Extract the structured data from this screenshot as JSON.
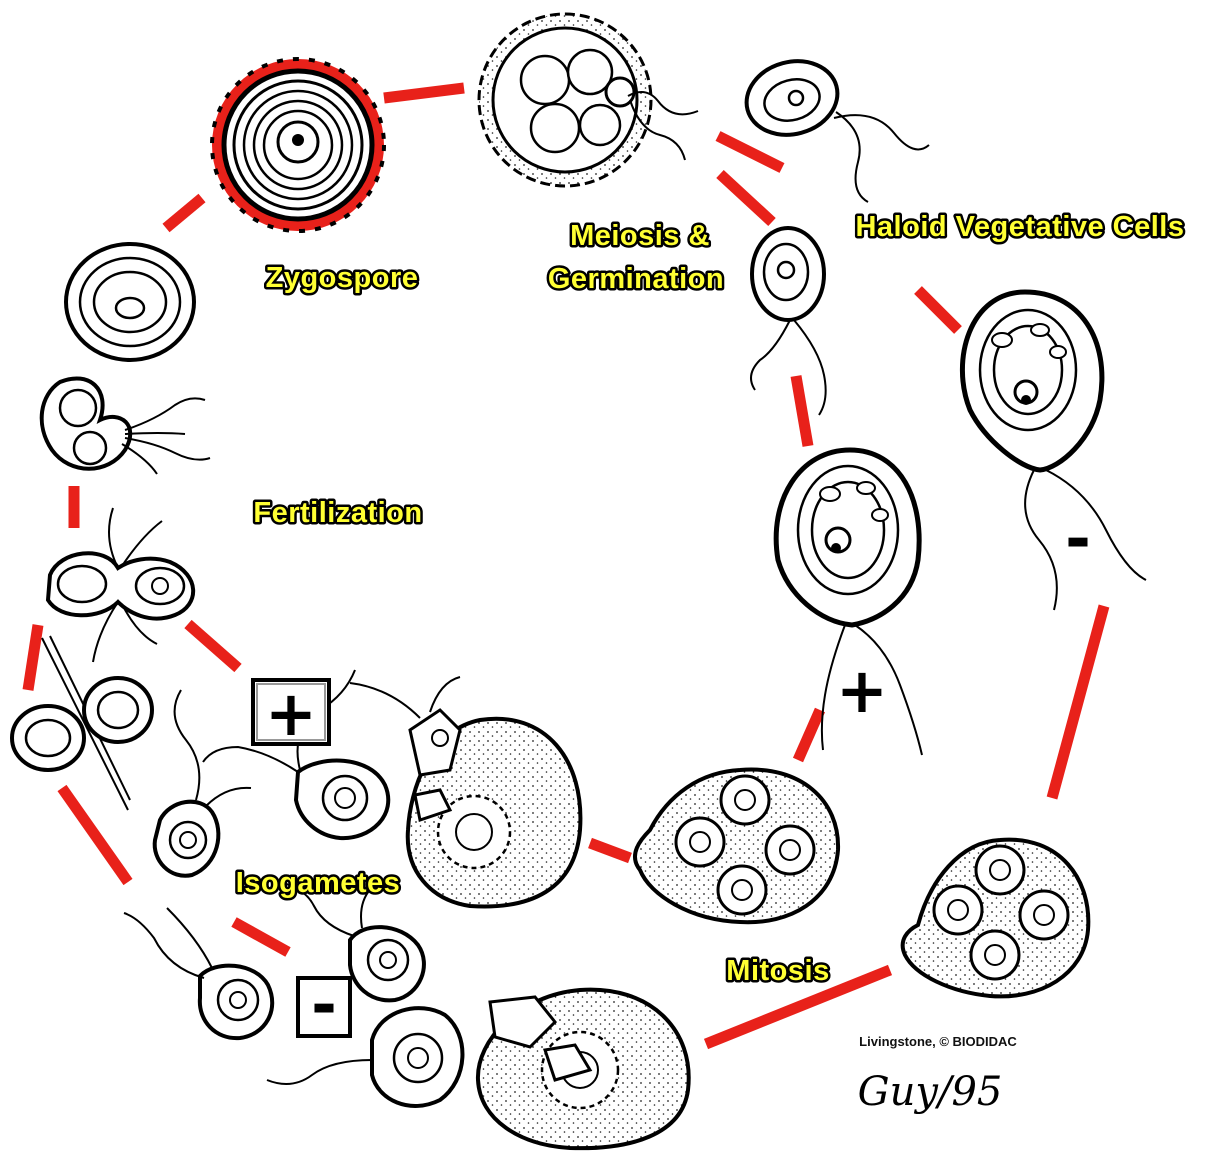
{
  "diagram": {
    "labels": {
      "zygospore": "Zygospore",
      "meiosis_line1": "Meiosis &",
      "meiosis_line2": "Germination",
      "haploid_cells": "Haloid Vegetative Cells",
      "fertilization": "Fertilization",
      "isogametes": "Isogametes",
      "mitosis": "Mitosis"
    },
    "mating_signs": {
      "plus_boxed": "+",
      "minus_boxed": "-",
      "plus_cell": "+",
      "minus_cell": "-"
    },
    "credit": "Livingstone, © BIODIDAC",
    "signature": "Guy/95",
    "colors": {
      "connector": "#e8211a",
      "zygospore_wall": "#e8211a",
      "label_fill": "#ffff33",
      "label_outline": "#000000",
      "ink": "#000000"
    }
  }
}
